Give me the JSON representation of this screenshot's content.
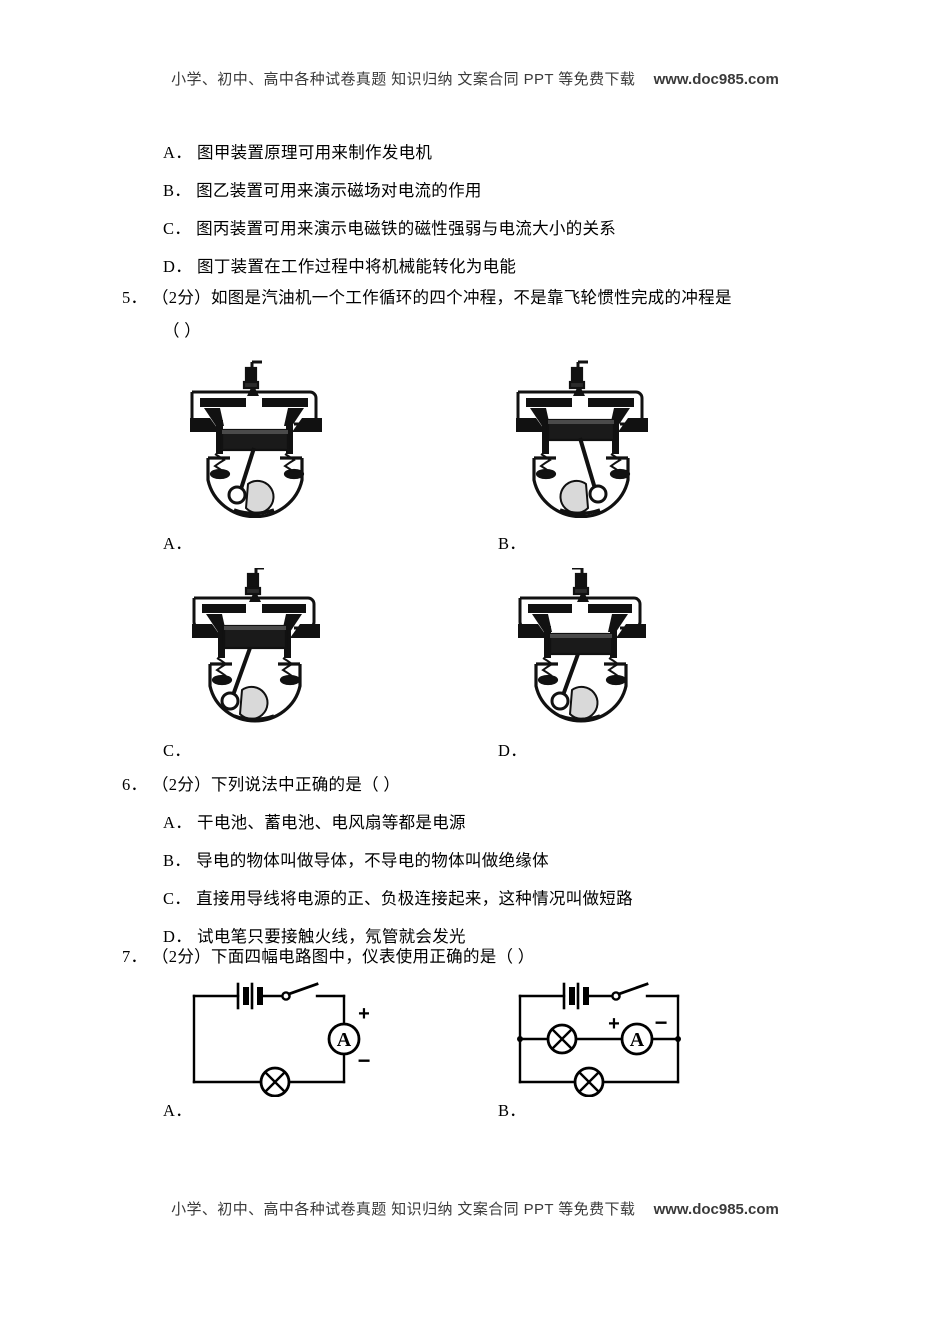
{
  "watermark": {
    "text": "小学、初中、高中各种试卷真题 知识归纳 文案合同 PPT 等免费下载",
    "url": "www.doc985.com"
  },
  "question4": {
    "options": [
      {
        "mark": "A．",
        "text": "图甲装置原理可用来制作发电机"
      },
      {
        "mark": "B．",
        "text": "图乙装置可用来演示磁场对电流的作用"
      },
      {
        "mark": "C．",
        "text": "图丙装置可用来演示电磁铁的磁性强弱与电流大小的关系"
      },
      {
        "mark": "D．",
        "text": "图丁装置在工作过程中将机械能转化为电能"
      }
    ]
  },
  "question5": {
    "number": "5．",
    "score": "（2分）",
    "stem": "如图是汽油机一个工作循环的四个冲程，不是靠飞轮惯性完成的冲程是",
    "answer_blank": "（    ）",
    "figure_labels": [
      "A．",
      "B．",
      "C．",
      "D．"
    ],
    "figure_alt": "engine-four-stroke-cross-section"
  },
  "question6": {
    "number": "6．",
    "score": "（2分）",
    "stem": "下列说法中正确的是（      ）",
    "options": [
      {
        "mark": "A．",
        "text": "干电池、蓄电池、电风扇等都是电源"
      },
      {
        "mark": "B．",
        "text": "导电的物体叫做导体，不导电的物体叫做绝缘体"
      },
      {
        "mark": "C．",
        "text": "直接用导线将电源的正、负极连接起来，这种情况叫做短路"
      },
      {
        "mark": "D．",
        "text": "试电笔只要接触火线，氖管就会发光"
      }
    ]
  },
  "question7": {
    "number": "7．",
    "score": "（2分）",
    "stem": "下面四幅电路图中，仪表使用正确的是（      ）",
    "figure_labels": [
      "A．",
      "B．"
    ],
    "circuit_a": {
      "name": "series-circuit-ammeter-vertical",
      "components": [
        "battery",
        "switch",
        "ammeter",
        "lamp"
      ],
      "ammeter_symbol": "A",
      "ammeter_plus": "+",
      "ammeter_minus": "−",
      "plus_position": "top",
      "minus_position": "bottom"
    },
    "circuit_b": {
      "name": "parallel-circuit-ammeter-horizontal",
      "components": [
        "battery",
        "switch",
        "lamp",
        "ammeter",
        "lamp"
      ],
      "ammeter_symbol": "A",
      "ammeter_plus": "+",
      "ammeter_minus": "−",
      "plus_position": "left",
      "minus_position": "right"
    }
  },
  "colors": {
    "ink": "#000000",
    "watermark_text": "#3a3a3a",
    "page_background": "#ffffff"
  }
}
